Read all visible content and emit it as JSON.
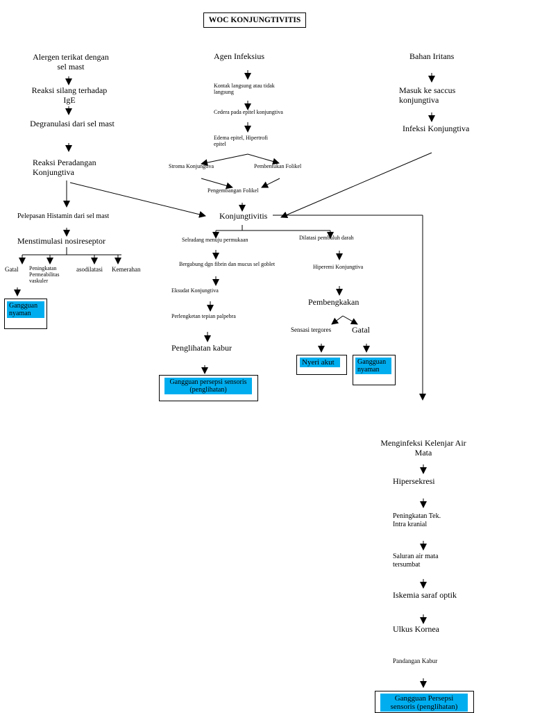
{
  "title": "WOC KONJUNGTIVITIS",
  "left": {
    "n1": "Alergen terikat dengan sel mast",
    "n2": "Reaksi silang terhadap IgE",
    "n3": "Degranulasi dari sel mast",
    "n4": "Reaksi Peradangan Konjungtiva",
    "n5": "Pelepasan Histamin dari sel mast",
    "n6": "Menstimulasi nosireseptor",
    "leaf1": "Gatal",
    "leaf2": "Peningkatan Permeabilitas vaskuler",
    "leaf3": "asodilatasi",
    "leaf4": "Kemerahan",
    "dx": "Gangguan nyaman"
  },
  "middle": {
    "n1": "Agen Infeksius",
    "n2": "Kontak langsung atau tidak langsung",
    "n3": "Cedera pada epitel konjungtiva",
    "n4": "Edema epitel, Hipertrofi epitel",
    "n5a": "Stroma Konjungtiva",
    "n5b": "Pembentukan Folikel",
    "n6": "Pengembangan Folikel",
    "hub": "Konjungtivitis"
  },
  "right": {
    "n1": "Bahan Iritans",
    "n2": "Masuk ke saccus konjungtiva",
    "n3": "Infeksi Konjungtiva"
  },
  "branchA": {
    "n1": "Selradang menuju permukaan",
    "n2": "Bergabung dgn fibrin dan mucus sel goblet",
    "n3": "Eksudat Konjungtiva",
    "n4": "Perlengketan tepian palpebra",
    "n5": "Penglihatan kabur",
    "dx": "Gangguan persepsi sensoris (penglihatan)"
  },
  "branchB": {
    "n1": "Dilatasi pembuluh darah",
    "n2": "Hiperemi Konjungtiva",
    "n3": "Pembengkakan",
    "n4a": "Sensasi tergores",
    "n4b": "Gatal",
    "dx1": "Nyeri akut",
    "dx2": "Gangguan nyaman"
  },
  "branchC": {
    "n1": "Menginfeksi Kelenjar Air Mata",
    "n2": "Hipersekresi",
    "n3": "Peningkatan Tek. Intra kranial",
    "n4": "Saluran air mata tersumbat",
    "n5": "Iskemia saraf optik",
    "n6": "Ulkus Kornea",
    "n7": "Pandangan Kabur",
    "dx": "Gangguan Persepsi sensoris (penglihatan)"
  },
  "colors": {
    "highlight": "#00aeef",
    "line": "#000000"
  }
}
